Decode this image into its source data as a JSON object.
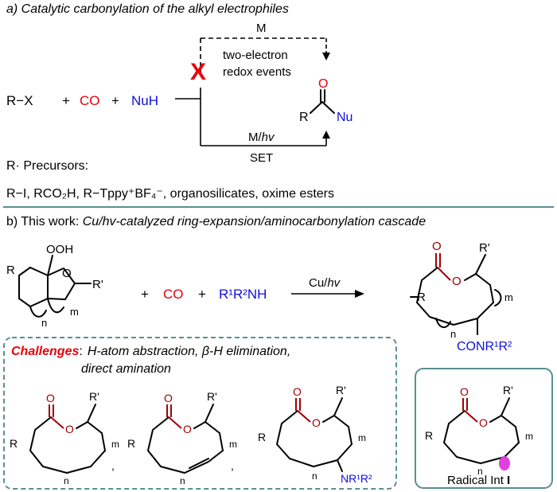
{
  "colors": {
    "red": "#e8000b",
    "blue": "#1010e0",
    "darkred": "#a00000",
    "teal": "#5a8f8f",
    "magenta": "#e040e0"
  },
  "part_a": {
    "title": "a) Catalytic carbonylation of the alkyl electrophiles",
    "reactant_rx": "R−X",
    "plus1": "+",
    "co": "CO",
    "plus2": "+",
    "nuh": "NuH",
    "top_metal": "M",
    "two_electron_line1": "two-electron",
    "two_electron_line2": "redox events",
    "cross": "X",
    "bottom_metal": "M/",
    "hv": "hv",
    "set": "SET",
    "product_o": "O",
    "product_r": "R",
    "product_nu": "Nu",
    "precursors_label": "R· Precursors:",
    "precursor_list": "R−I,  RCO₂H,  R−Tppy⁺BF₄⁻,  organosilicates,  oxime esters"
  },
  "part_b": {
    "title_prefix": "b) This work: ",
    "title_italic": "Cu/hv-catalyzed ring-expansion/aminocarbonylation cascade",
    "sm_ooh": "OOH",
    "sm_o": "O",
    "sm_r": "R",
    "sm_rprime": "R'",
    "sm_n": "n",
    "sm_m": "m",
    "plus1": "+",
    "co": "CO",
    "plus2": "+",
    "amine": "R¹R²NH",
    "cond_cu": "Cu/",
    "cond_hv": "hv",
    "prod_o_carbonyl": "O",
    "prod_o_ring": "O",
    "prod_rprime": "R'",
    "prod_r": "R",
    "prod_m": "m",
    "prod_n": "n",
    "prod_amide": "CONR¹R²"
  },
  "challenges": {
    "label": "Challenges",
    "colon": ":",
    "line1": "H-atom abstraction, β-H elimination,",
    "line2": "direct amination",
    "s1_o": "O",
    "s1_oring": "O",
    "s1_rprime": "R'",
    "s1_r": "R",
    "s1_m": "m",
    "s1_n": "n",
    "s1_comma": ",",
    "s2_o": "O",
    "s2_oring": "O",
    "s2_rprime": "R'",
    "s2_r": "R",
    "s2_m": "m",
    "s2_n": "n",
    "s2_comma": ",",
    "s3_o": "O",
    "s3_oring": "O",
    "s3_rprime": "R'",
    "s3_r": "R",
    "s3_m": "m",
    "s3_n": "n",
    "s3_amine": "NR¹R²"
  },
  "radical_box": {
    "o": "O",
    "oring": "O",
    "rprime": "R'",
    "r": "R",
    "m": "m",
    "n": "n",
    "label": "Radical Int ",
    "label_bold": "I"
  }
}
